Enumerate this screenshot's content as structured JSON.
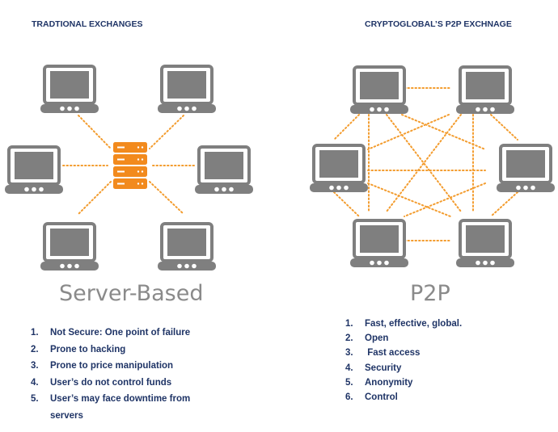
{
  "left": {
    "heading": "TRADTIONAL EXCHANGES",
    "caption": "Server-Based",
    "points": [
      {
        "num": "1.",
        "text": "Not Secure: One point of failure"
      },
      {
        "num": "2.",
        "text": "Prone to hacking"
      },
      {
        "num": "3.",
        "text": "Prone to price manipulation"
      },
      {
        "num": "4.",
        "text": "User’s do not control funds"
      },
      {
        "num": "5.",
        "text": "User’s may face downtime from servers"
      }
    ]
  },
  "right": {
    "heading": "CRYPTOGLOBAL’S P2P EXCHNAGE",
    "caption": "P2P",
    "points": [
      {
        "num": "1.",
        "text": "Fast, effective, global."
      },
      {
        "num": "2.",
        "text": "Open"
      },
      {
        "num": "3.",
        "text": " Fast access"
      },
      {
        "num": "4.",
        "text": "Security"
      },
      {
        "num": "5.",
        "text": "Anonymity"
      },
      {
        "num": "6.",
        "text": "Control"
      }
    ]
  },
  "colors": {
    "heading_text": "#1f3466",
    "caption_text": "#8a8a8a",
    "device_gray": "#7f7f7f",
    "link_orange": "#f39c2e",
    "server_orange": "#f28a1d"
  },
  "icons": {
    "client": "laptop-icon",
    "server": "server-icon"
  }
}
